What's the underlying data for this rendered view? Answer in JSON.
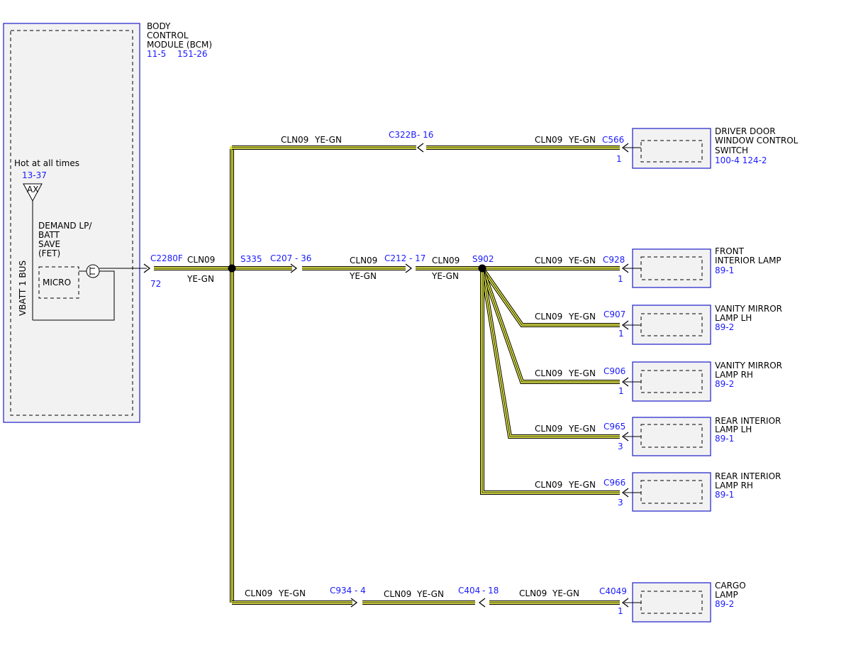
{
  "bcm": {
    "title_lines": [
      "BODY",
      "CONTROL",
      "MODULE (BCM)"
    ],
    "refs": [
      "11-5",
      "151-26"
    ],
    "hot_label": "Hot at all times",
    "hot_ref": "13-37",
    "fuse_label": "AX",
    "demand_lines": [
      "DEMAND LP/",
      "BATT",
      "SAVE",
      "(FET)"
    ],
    "micro_label": "MICRO",
    "bus_label": "VBATT 1 BUS",
    "connector": "C2280F",
    "pin": "72"
  },
  "wire": {
    "circuit": "CLN09",
    "color": "YE-GN"
  },
  "splices": {
    "s335": "S335",
    "s902": "S902"
  },
  "inline": {
    "c207": {
      "connector": "C207",
      "pin": "- 36"
    },
    "c212": {
      "connector": "C212",
      "pin": "- 17"
    },
    "c322b": {
      "connector": "C322B",
      "pin": "- 16"
    },
    "c934": {
      "connector": "C934",
      "pin": "- 4"
    },
    "c404": {
      "connector": "C404",
      "pin": "- 18"
    }
  },
  "components": {
    "driver_door": {
      "name_lines": [
        "DRIVER DOOR",
        "WINDOW CONTROL",
        "SWITCH"
      ],
      "ref": "100-4 124-2",
      "connector": "C566",
      "pin": "1"
    },
    "front_lamp": {
      "name_lines": [
        "FRONT",
        "INTERIOR LAMP"
      ],
      "ref": "89-1",
      "connector": "C928",
      "pin": "1"
    },
    "vanity_lh": {
      "name_lines": [
        "VANITY MIRROR",
        "LAMP LH"
      ],
      "ref": "89-2",
      "connector": "C907",
      "pin": "1"
    },
    "vanity_rh": {
      "name_lines": [
        "VANITY MIRROR",
        "LAMP RH"
      ],
      "ref": "89-2",
      "connector": "C906",
      "pin": "1"
    },
    "rear_lh": {
      "name_lines": [
        "REAR INTERIOR",
        "LAMP LH"
      ],
      "ref": "89-1",
      "connector": "C965",
      "pin": "3"
    },
    "rear_rh": {
      "name_lines": [
        "REAR INTERIOR",
        "LAMP RH"
      ],
      "ref": "89-1",
      "connector": "C966",
      "pin": "3"
    },
    "cargo": {
      "name_lines": [
        "CARGO",
        "LAMP"
      ],
      "ref": "89-2",
      "connector": "C4049",
      "pin": "1"
    }
  },
  "colors": {
    "wire_fill": "#e2e84a",
    "ref_blue": "#1a1aff",
    "box_border": "#2c2ccc"
  }
}
